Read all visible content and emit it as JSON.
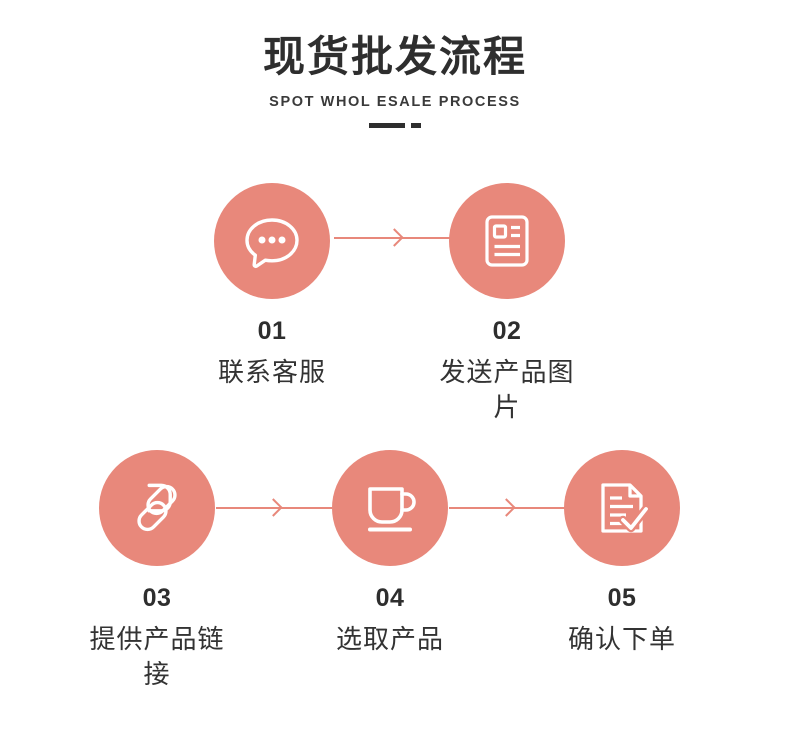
{
  "header": {
    "title": "现货批发流程",
    "subtitle": "SPOT WHOL ESALE PROCESS",
    "divider_icon": "dash-divider"
  },
  "theme": {
    "accent_color": "#E8887B",
    "text_color": "#333333",
    "title_color": "#2E2E2E",
    "background": "#FFFFFF"
  },
  "steps": [
    {
      "number": "01",
      "caption": "联系客服",
      "icon": "chat-bubble-icon",
      "row": "top"
    },
    {
      "number": "02",
      "caption": "发送产品图片",
      "icon": "document-article-icon",
      "row": "top"
    },
    {
      "number": "03",
      "caption": "提供产品链接",
      "icon": "link-chain-icon",
      "row": "bottom"
    },
    {
      "number": "04",
      "caption": "选取产品",
      "icon": "coffee-cup-icon",
      "row": "bottom"
    },
    {
      "number": "05",
      "caption": "确认下单",
      "icon": "document-check-icon",
      "row": "bottom"
    }
  ],
  "connectors": [
    {
      "from": "01",
      "to": "02",
      "icon": "arrow-right-icon"
    },
    {
      "from": "03",
      "to": "04",
      "icon": "arrow-right-icon"
    },
    {
      "from": "04",
      "to": "05",
      "icon": "arrow-right-icon"
    }
  ]
}
